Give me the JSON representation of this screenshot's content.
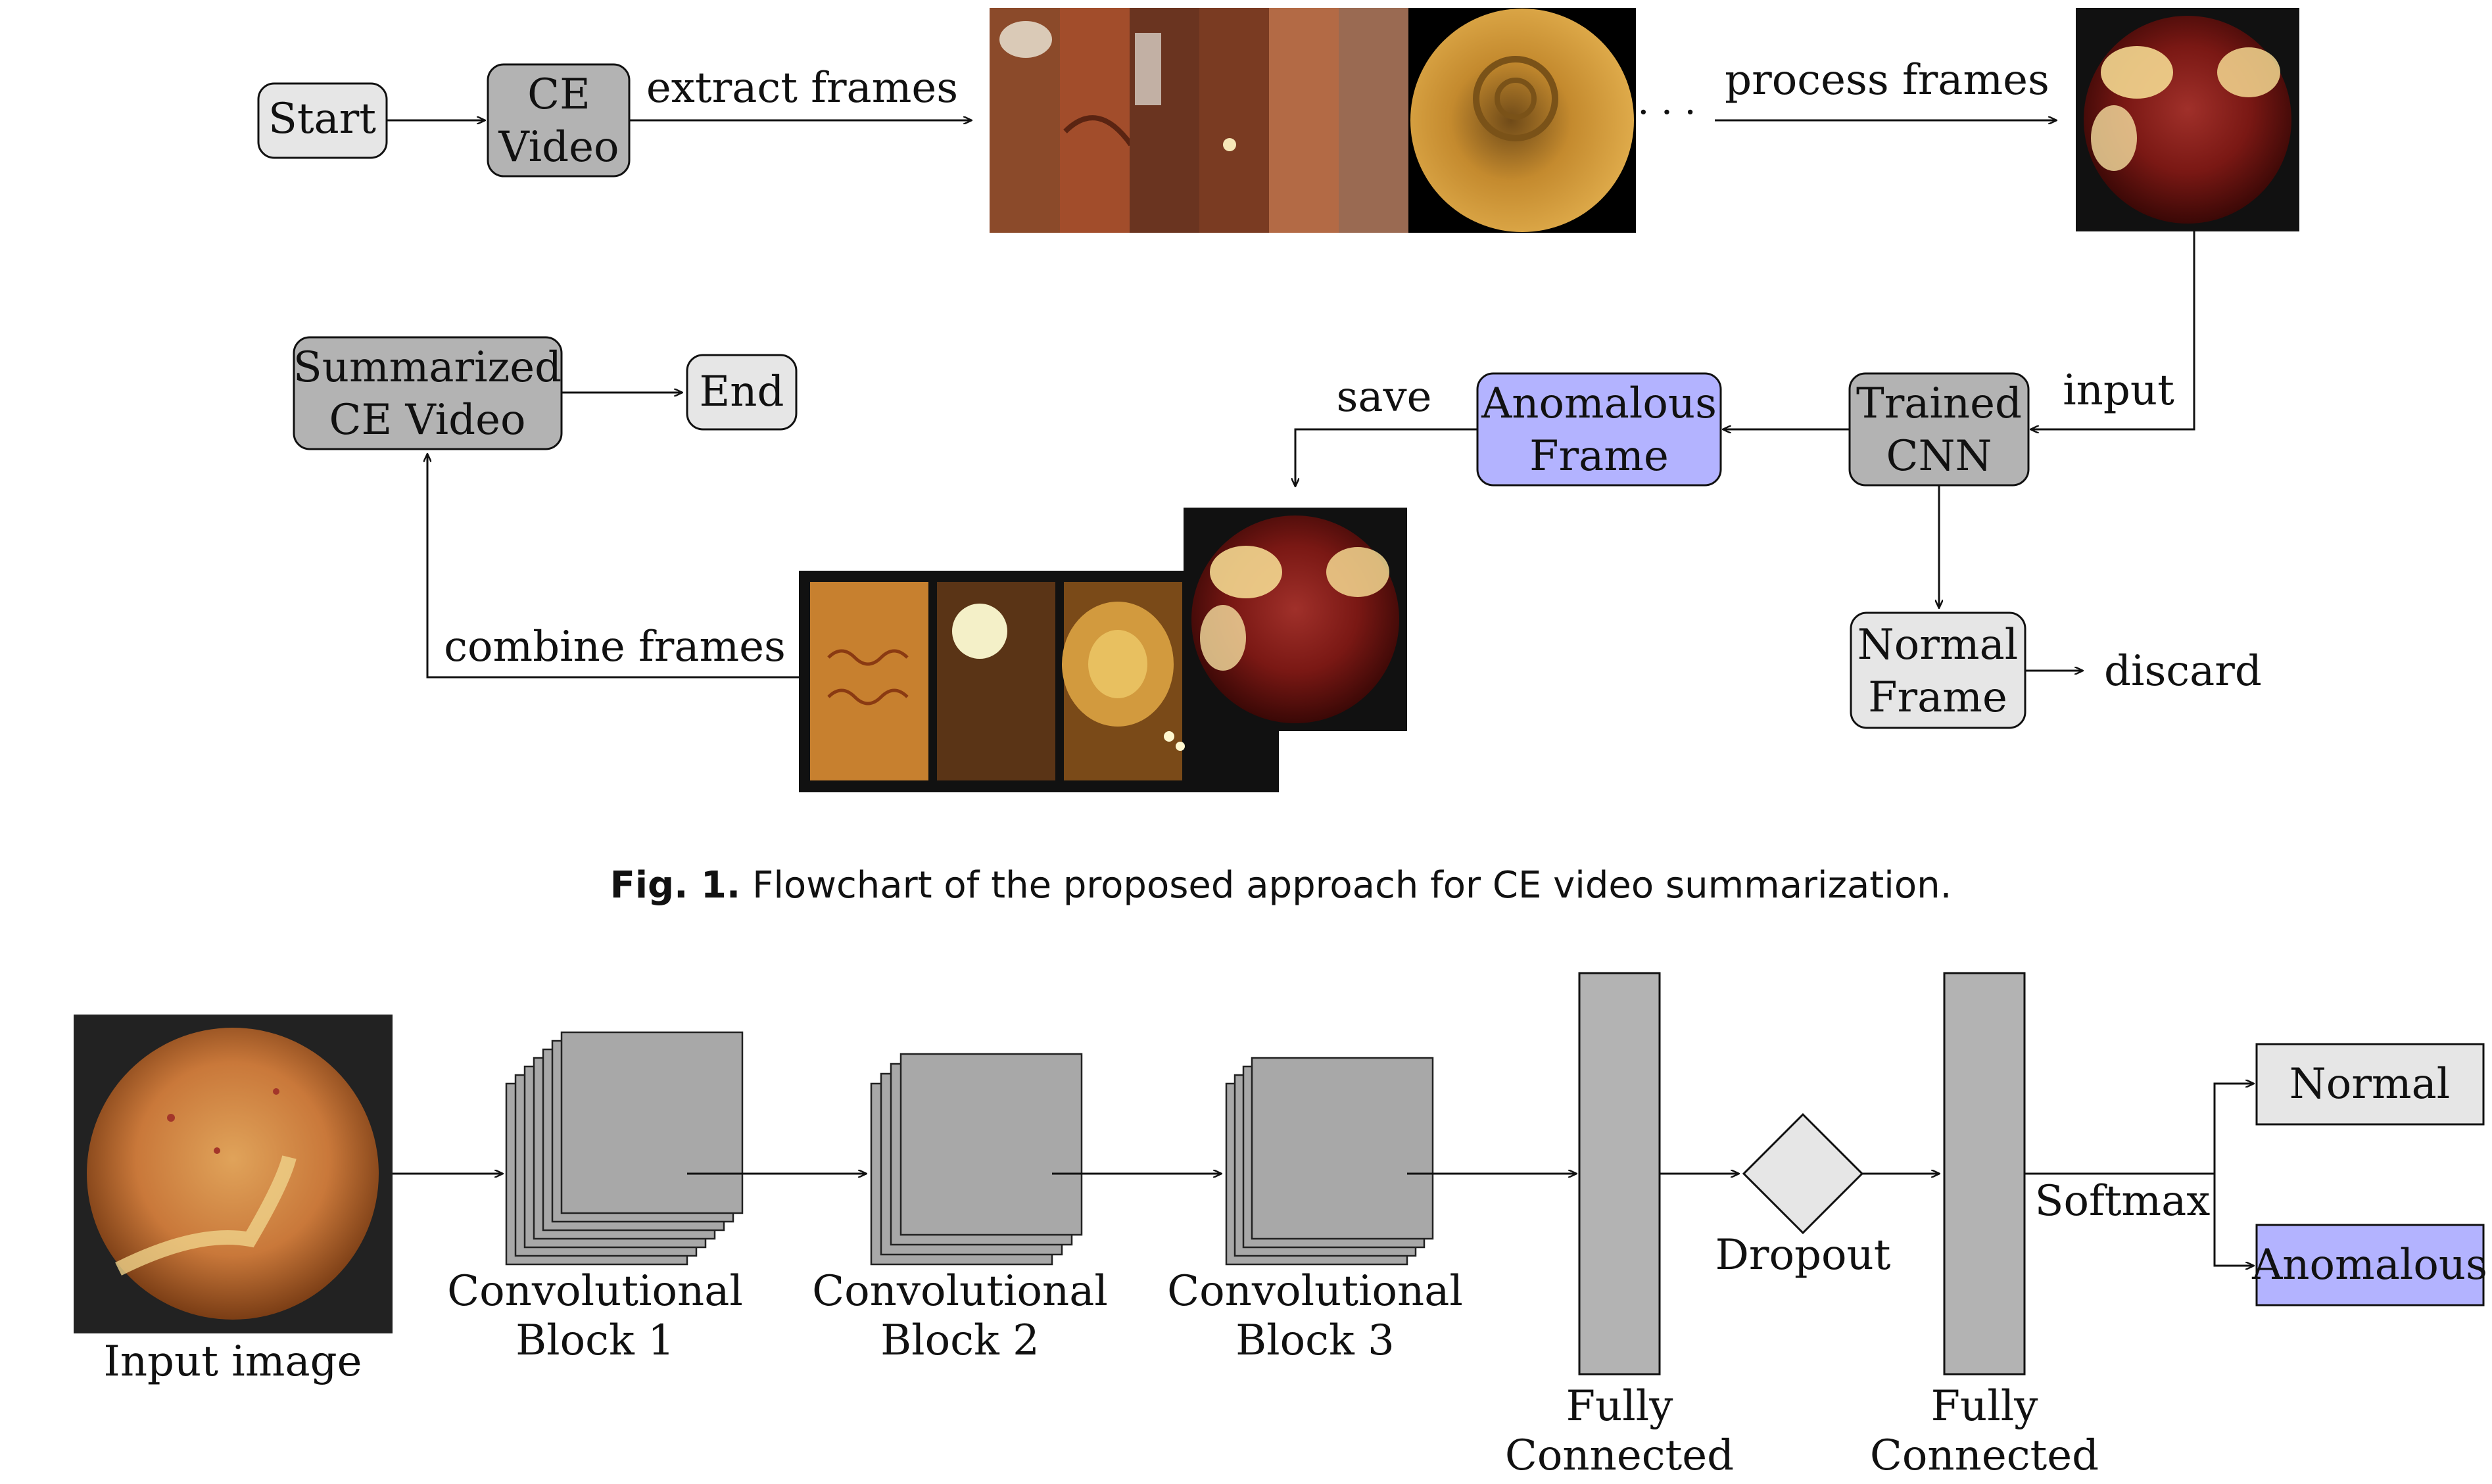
{
  "figure1": {
    "nodes": {
      "start": "Start",
      "ce_video": [
        "CE",
        "Video"
      ],
      "trained_cnn": [
        "Trained",
        "CNN"
      ],
      "anomalous_frame": [
        "Anomalous",
        "Frame"
      ],
      "normal_frame": [
        "Normal",
        "Frame"
      ],
      "summarized": [
        "Summarized",
        "CE Video"
      ],
      "end": "End"
    },
    "edge_labels": {
      "extract": "extract frames",
      "process": "process frames",
      "input": "input",
      "save": "save",
      "discard": "discard",
      "combine": "combine frames",
      "ellipsis": "· · ·"
    },
    "caption": {
      "label": "Fig. 1.",
      "text": "Flowchart of the proposed approach for CE video summarization."
    }
  },
  "figure2": {
    "input_label": "Input image",
    "blocks": [
      [
        "Convolutional",
        "Block 1"
      ],
      [
        "Convolutional",
        "Block 2"
      ],
      [
        "Convolutional",
        "Block 3"
      ]
    ],
    "fc1": [
      "Fully",
      "Connected"
    ],
    "dropout": "Dropout",
    "fc2": [
      "Fully",
      "Connected"
    ],
    "softmax": "Softmax",
    "outputs": {
      "normal": "Normal",
      "anomalous": "Anomalous"
    }
  },
  "colors": {
    "light_node": "#e6e6e6",
    "dark_node": "#b3b3b3",
    "anomalous_node": "#b3b3ff"
  }
}
